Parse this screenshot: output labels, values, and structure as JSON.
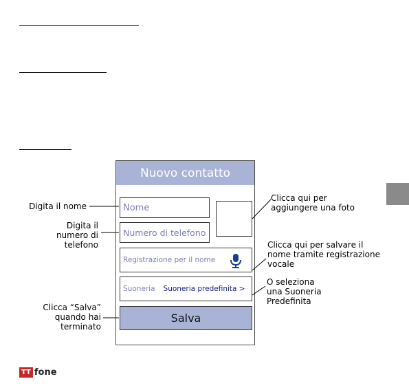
{
  "header": {
    "title": "Nuovo contatto"
  },
  "fields": {
    "name_placeholder": "Nome",
    "phone_placeholder": "Numero di telefono",
    "voice_recording_label": "Registrazione per il nome",
    "ringtone_label": "Suoneria",
    "ringtone_value": "Suoneria predefinita >"
  },
  "save_button": {
    "label": "Salva"
  },
  "callouts": {
    "name": "Digita il nome",
    "phone": [
      "Digita il",
      "numero di",
      "telefono"
    ],
    "photo": [
      "Clicca qui per",
      "aggiungere una foto"
    ],
    "voice": [
      "Clicca qui per salvare il",
      "nome tramite registrazione",
      "vocale"
    ],
    "ringtone": [
      "O seleziona",
      "una Suoneria",
      "Predefinita"
    ],
    "save": [
      "Clicca “Salva”",
      "quando hai",
      "terminato"
    ]
  },
  "logo": {
    "mark": "TT",
    "text": "fone"
  },
  "colors": {
    "accent": "#a9b3d6",
    "placeholder": "#7b7fb8",
    "ringtone_value": "#1a237e",
    "logo_red": "#c62828",
    "side_tab": "#8a8a8a"
  },
  "icons": {
    "microphone": "microphone-icon"
  }
}
